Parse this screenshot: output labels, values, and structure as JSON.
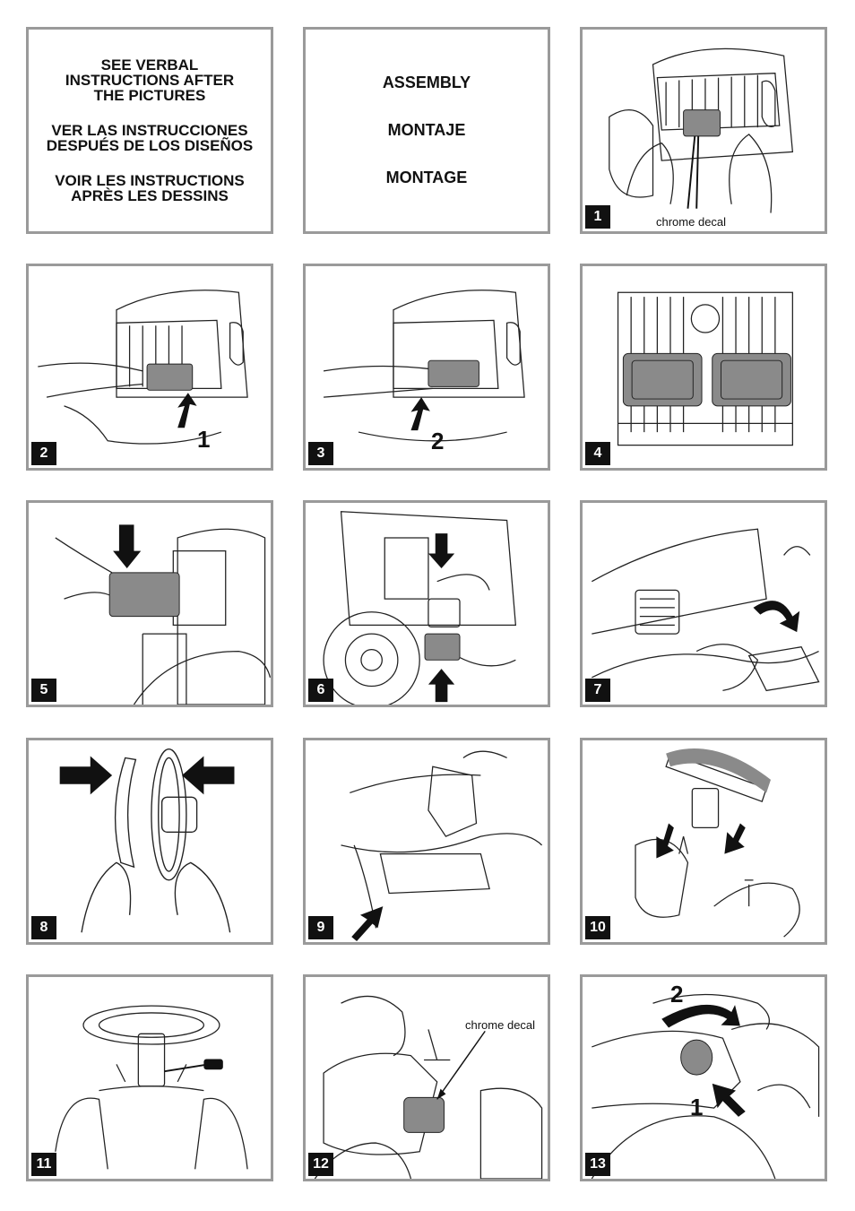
{
  "intro": {
    "en": [
      "SEE VERBAL",
      "INSTRUCTIONS AFTER",
      "THE PICTURES"
    ],
    "es": [
      "VER LAS INSTRUCCIONES",
      "DESPUÉS DE LOS DISEÑOS"
    ],
    "fr": [
      "VOIR LES INSTRUCTIONS",
      "APRÈS LES DESSINS"
    ]
  },
  "titles": [
    "ASSEMBLY",
    "MONTAJE",
    "MONTAGE"
  ],
  "steps": [
    "1",
    "2",
    "3",
    "4",
    "5",
    "6",
    "7",
    "8",
    "9",
    "10",
    "11",
    "12",
    "13"
  ],
  "callouts": {
    "chrome_decal_1": "chrome decal",
    "chrome_decal_12": "chrome decal",
    "step2_arrow": "1",
    "step3_arrow": "2",
    "step13_arrow_top": "2",
    "step13_arrow_bottom": "1"
  },
  "colors": {
    "border": "#9a9a9a",
    "fill_gray": "#8a8a8a",
    "ink": "#111111"
  }
}
